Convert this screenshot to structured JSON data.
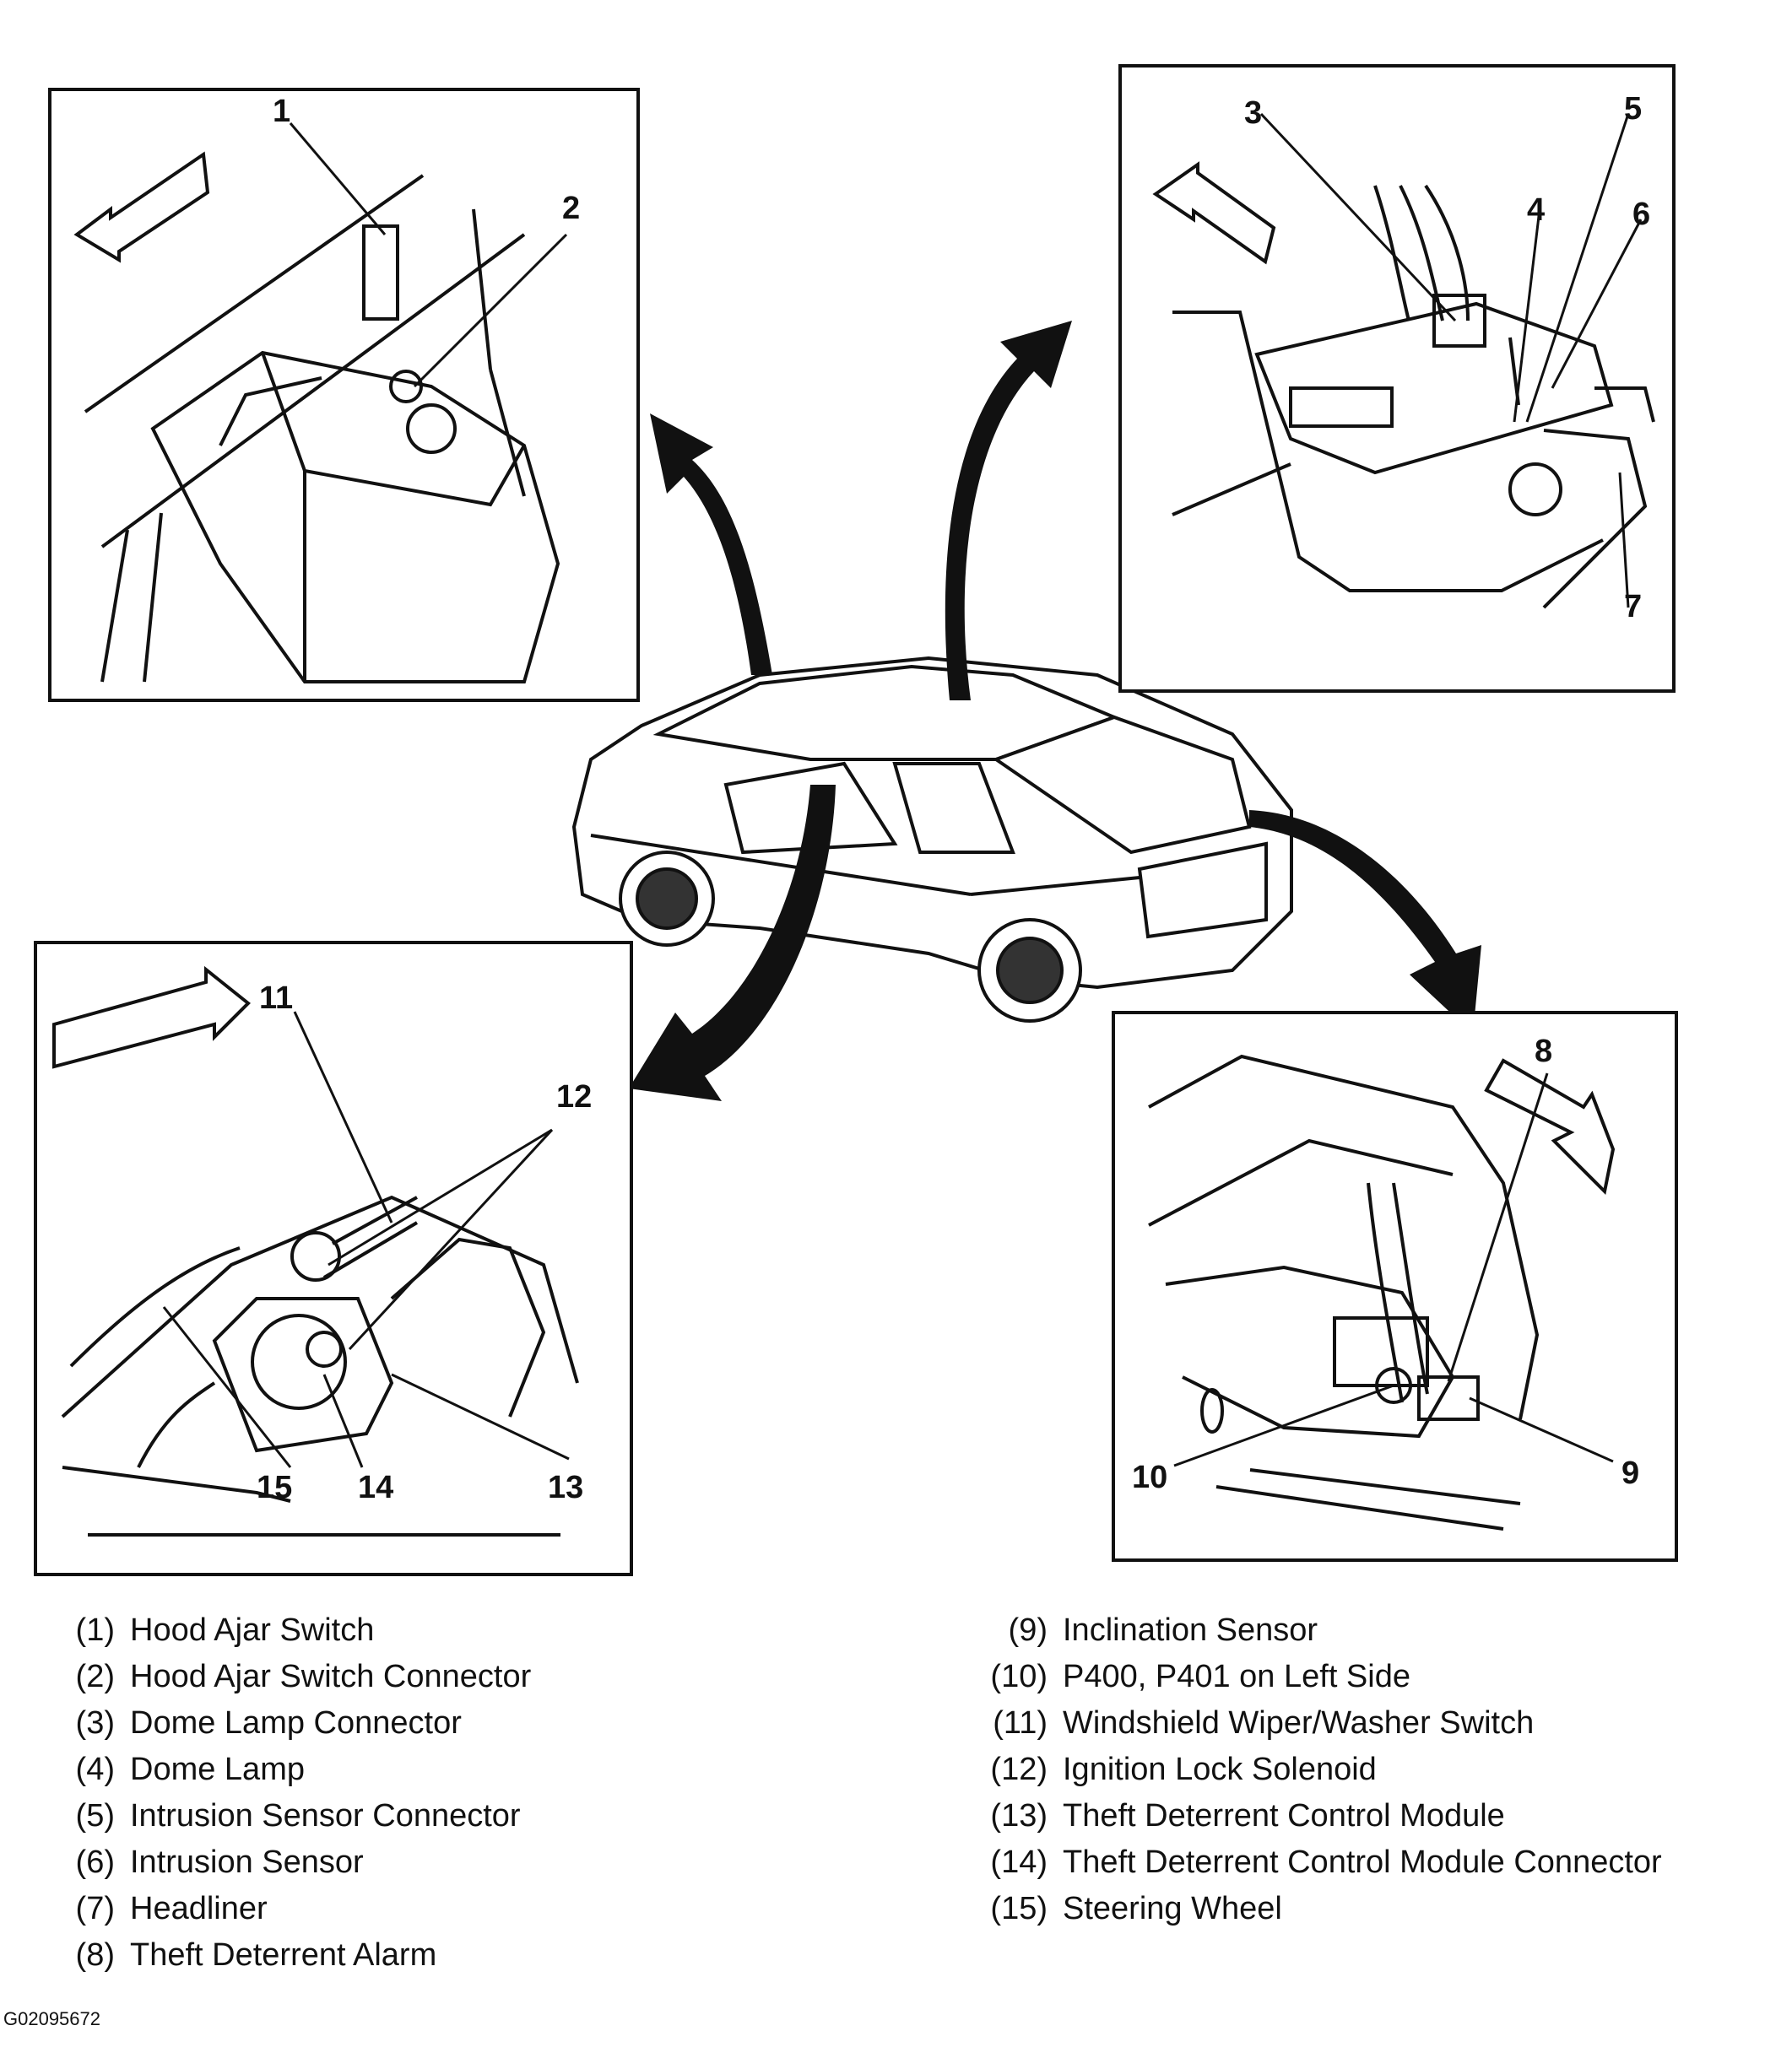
{
  "callouts": {
    "c1": "1",
    "c2": "2",
    "c3": "3",
    "c4": "4",
    "c5": "5",
    "c6": "6",
    "c7": "7",
    "c8": "8",
    "c9": "9",
    "c10": "10",
    "c11": "11",
    "c12": "12",
    "c13": "13",
    "c14": "14",
    "c15": "15"
  },
  "legend": {
    "left": [
      {
        "num": "(1)",
        "label": "Hood Ajar Switch"
      },
      {
        "num": "(2)",
        "label": "Hood Ajar Switch Connector"
      },
      {
        "num": "(3)",
        "label": "Dome Lamp Connector"
      },
      {
        "num": "(4)",
        "label": "Dome Lamp"
      },
      {
        "num": "(5)",
        "label": "Intrusion Sensor Connector"
      },
      {
        "num": "(6)",
        "label": "Intrusion Sensor"
      },
      {
        "num": "(7)",
        "label": "Headliner"
      },
      {
        "num": "(8)",
        "label": "Theft Deterrent Alarm"
      }
    ],
    "right": [
      {
        "num": "(9)",
        "label": "Inclination Sensor"
      },
      {
        "num": "(10)",
        "label": "P400, P401 on Left Side"
      },
      {
        "num": "(11)",
        "label": "Windshield Wiper/Washer Switch"
      },
      {
        "num": "(12)",
        "label": "Ignition Lock Solenoid"
      },
      {
        "num": "(13)",
        "label": "Theft Deterrent Control Module"
      },
      {
        "num": "(14)",
        "label": "Theft Deterrent Control Module Connector"
      },
      {
        "num": "(15)",
        "label": "Steering Wheel"
      }
    ]
  },
  "figure_id": "G02095672"
}
